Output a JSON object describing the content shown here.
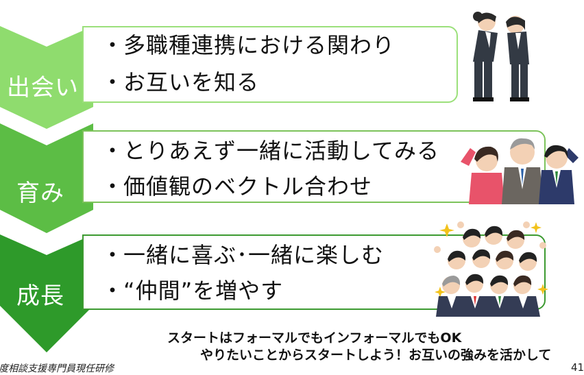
{
  "stages": [
    {
      "label": "出会い",
      "items": [
        "多職種連携における関わり",
        "お互いを知る"
      ]
    },
    {
      "label": "育み",
      "items": [
        "とりあえず一緒に活動してみる",
        "価値観のベクトル合わせ"
      ]
    },
    {
      "label": "成長",
      "items": [
        "一緒に喜ぶ･一緒に楽しむ",
        "“仲間”を増やす"
      ]
    }
  ],
  "bullet_mark": "・",
  "note": {
    "line1": "スタートはフォーマルでもインフォーマルでもOK",
    "line2": "やりたいことからスタートしよう！お互いの強みを活かして"
  },
  "footer": "度相談支援専門員現任研修",
  "page_number": "41",
  "colors": {
    "chevron1": "#8fdc6e",
    "chevron2": "#5cbd45",
    "chevron3": "#2e9a2a"
  },
  "illustrations": [
    "two-people-bowing",
    "three-people-cheering",
    "group-celebrating"
  ]
}
